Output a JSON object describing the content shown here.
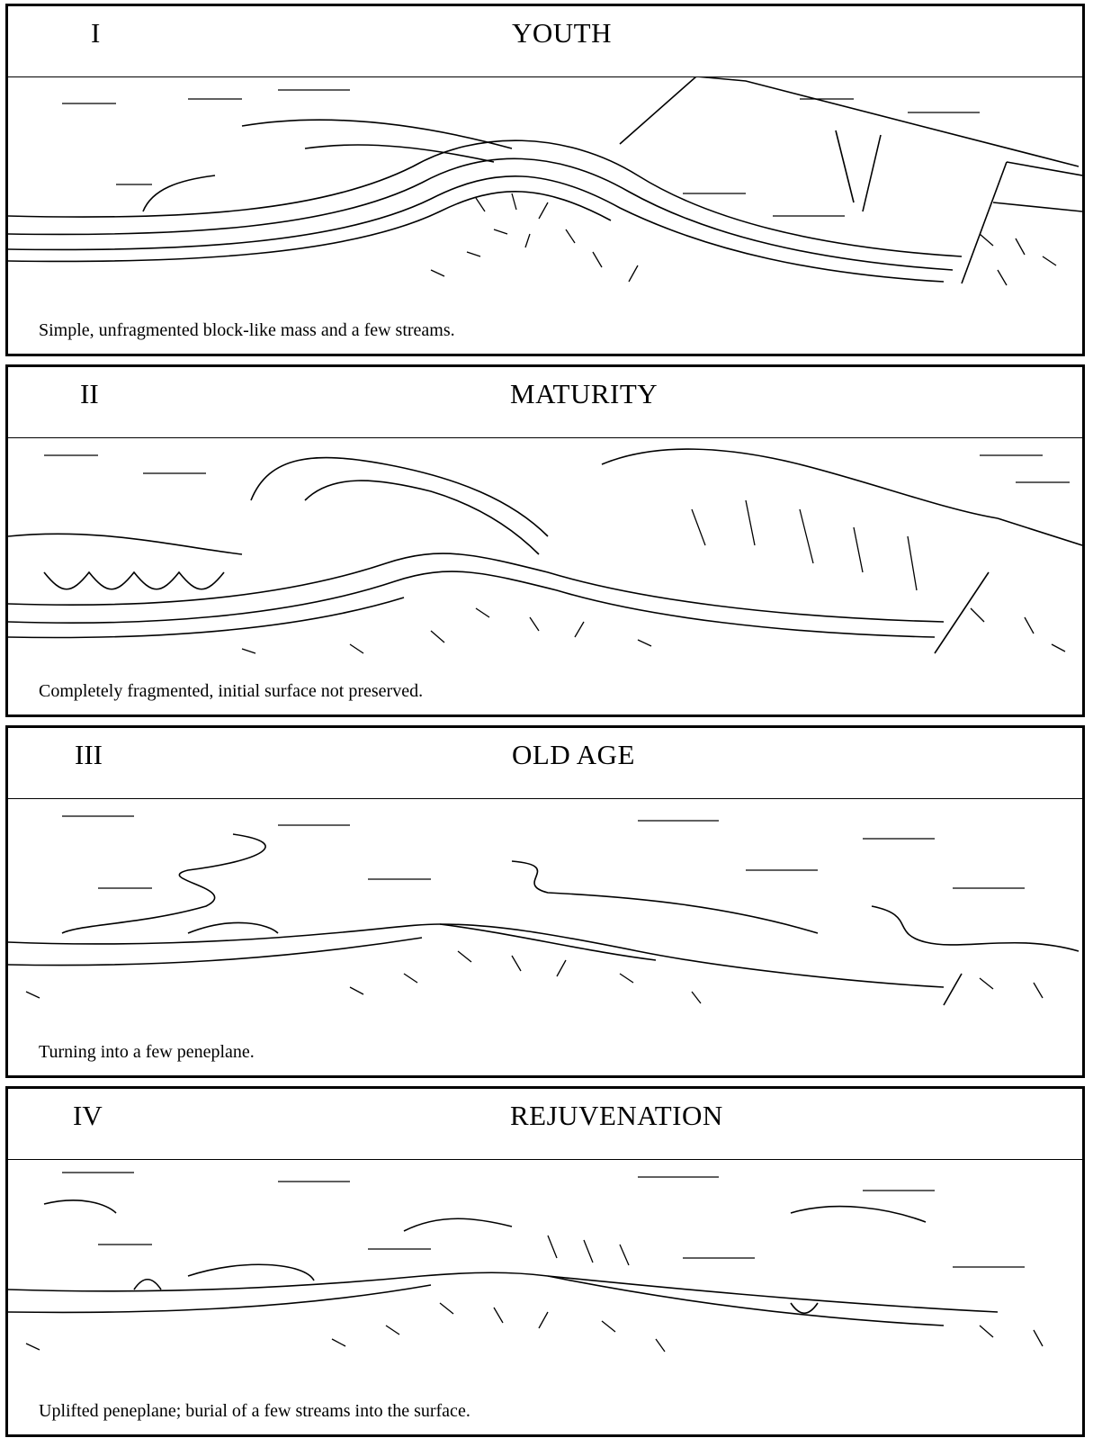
{
  "panels": [
    {
      "numeral": "I",
      "title": "YOUTH",
      "caption": "Simple, unfragmented block-like mass and a few streams."
    },
    {
      "numeral": "II",
      "title": "MATURITY",
      "caption": "Completely fragmented, initial surface not preserved."
    },
    {
      "numeral": "III",
      "title": "OLD AGE",
      "caption": "Turning into a few peneplane."
    },
    {
      "numeral": "IV",
      "title": "REJUVENATION",
      "caption": "Uplifted peneplane; burial of a few streams into the surface."
    }
  ]
}
